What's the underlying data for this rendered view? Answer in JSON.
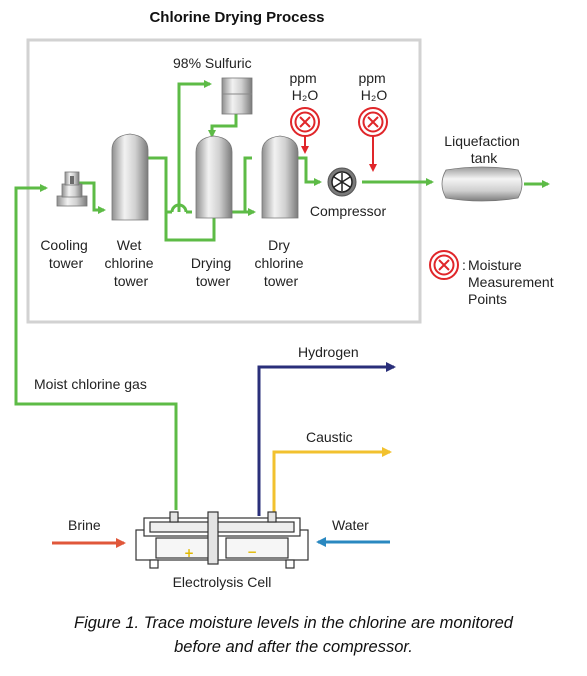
{
  "title": "Chlorine Drying Process",
  "equipment": {
    "cooling_tower": [
      "Cooling",
      "tower"
    ],
    "wet_tower": [
      "Wet",
      "chlorine",
      "tower"
    ],
    "drying_tower": [
      "Drying",
      "tower"
    ],
    "dry_tower": [
      "Dry",
      "chlorine",
      "tower"
    ],
    "sulfuric": "98% Sulfuric",
    "compressor": "Compressor",
    "liquefaction_tank": [
      "Liquefaction",
      "tank"
    ],
    "electrolysis_cell": "Electrolysis Cell"
  },
  "sensors": {
    "label_1": "ppm",
    "label_2": "H₂O"
  },
  "legend": {
    "colon": ":",
    "lines": [
      "Moisture",
      "Measurement",
      "Points"
    ]
  },
  "flows": {
    "moist_chlorine": "Moist chlorine gas",
    "hydrogen": "Hydrogen",
    "caustic": "Caustic",
    "brine": "Brine",
    "water": "Water"
  },
  "cell_marks": {
    "plus": "+",
    "minus": "−"
  },
  "caption": [
    "Figure 1. Trace moisture levels in the chlorine are monitored",
    "before and after the compressor."
  ],
  "colors": {
    "chlorine": "#5dbb46",
    "hydrogen": "#2a2f7a",
    "caustic": "#f2c12e",
    "brine": "#e0573a",
    "water": "#2a88c0",
    "sensor": "#e0262a",
    "box_border": "#d2d2d2"
  },
  "icons": [
    "measurement-point-icon",
    "compressor-fan-icon",
    "tower-icon",
    "tank-icon",
    "cell-icon"
  ]
}
